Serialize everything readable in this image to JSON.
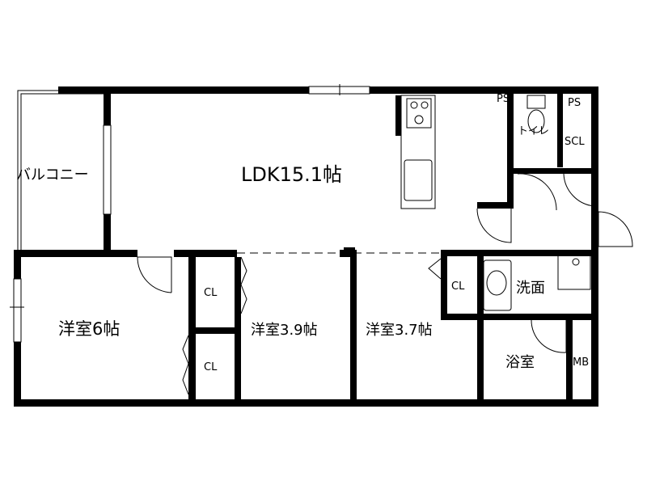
{
  "rooms": {
    "ldk": "LDK15.1帖",
    "balcony": "バルコニー",
    "western_6": "洋室6帖",
    "western_3_9": "洋室3.9帖",
    "western_3_7": "洋室3.7帖",
    "closet_1": "CL",
    "closet_2": "CL",
    "closet_3": "CL",
    "toilet": "トイレ",
    "washroom": "洗面",
    "bathroom": "浴室",
    "ps_1": "PS",
    "ps_2": "PS",
    "scl": "SCL",
    "mb": "MB"
  }
}
